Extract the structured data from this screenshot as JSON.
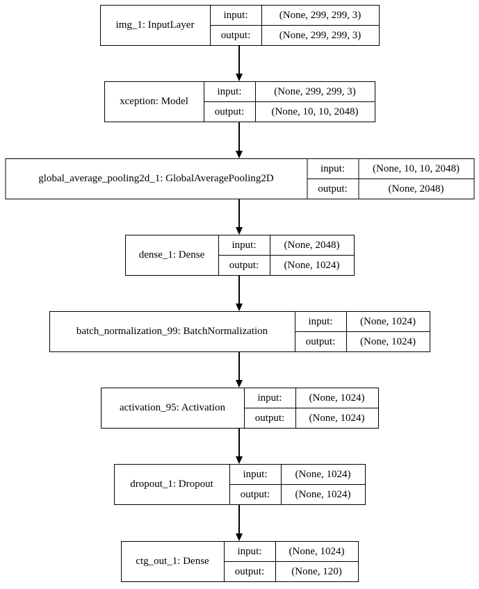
{
  "diagram": {
    "title": "keras-model-architecture-plot",
    "labels": {
      "input": "input:",
      "output": "output:"
    },
    "layers": [
      {
        "name": "img_1: InputLayer",
        "input": "(None, 299, 299, 3)",
        "output": "(None, 299, 299, 3)"
      },
      {
        "name": "xception: Model",
        "input": "(None, 299, 299, 3)",
        "output": "(None, 10, 10, 2048)"
      },
      {
        "name": "global_average_pooling2d_1: GlobalAveragePooling2D",
        "input": "(None, 10, 10, 2048)",
        "output": "(None, 2048)"
      },
      {
        "name": "dense_1: Dense",
        "input": "(None, 2048)",
        "output": "(None, 1024)"
      },
      {
        "name": "batch_normalization_99: BatchNormalization",
        "input": "(None, 1024)",
        "output": "(None, 1024)"
      },
      {
        "name": "activation_95: Activation",
        "input": "(None, 1024)",
        "output": "(None, 1024)"
      },
      {
        "name": "dropout_1: Dropout",
        "input": "(None, 1024)",
        "output": "(None, 1024)"
      },
      {
        "name": "ctg_out_1: Dense",
        "input": "(None, 1024)",
        "output": "(None, 120)"
      }
    ],
    "edges": [
      [
        0,
        1
      ],
      [
        1,
        2
      ],
      [
        2,
        3
      ],
      [
        3,
        4
      ],
      [
        4,
        5
      ],
      [
        5,
        6
      ],
      [
        6,
        7
      ]
    ],
    "colors": {
      "border": "#000000",
      "background": "#ffffff",
      "text": "#000000"
    }
  }
}
